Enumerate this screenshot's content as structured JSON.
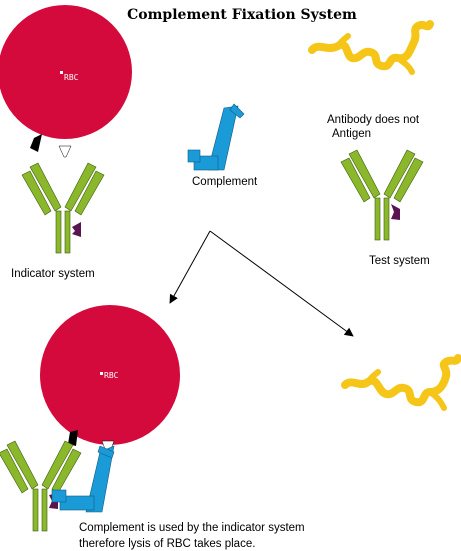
{
  "title": "Complement Fixation System",
  "labels": {
    "rbc_top": "RBC",
    "rbc_bottom": "RBC",
    "complement": "Complement",
    "antibody_line1": "Antibody does not",
    "antibody_line2": "Antigen",
    "indicator_system": "Indicator system",
    "test_system": "Test system",
    "result_line1": "Complement is used by the indicator system",
    "result_line2": "therefore lysis of RBC takes place."
  },
  "colors": {
    "rbc": "#d40a3c",
    "antibody_green": "#8ab82a",
    "complement_blue": "#1a9ad6",
    "antigen_yellow": "#f5c518",
    "marker_purple": "#5a1450",
    "black": "#000000"
  },
  "icons": {
    "rbc": "red-blood-cell-circle",
    "antibody": "y-shaped-antibody",
    "complement": "complement-protein-hook",
    "antigen": "squiggly-antigen-strand",
    "arrow": "diagonal-arrow"
  }
}
